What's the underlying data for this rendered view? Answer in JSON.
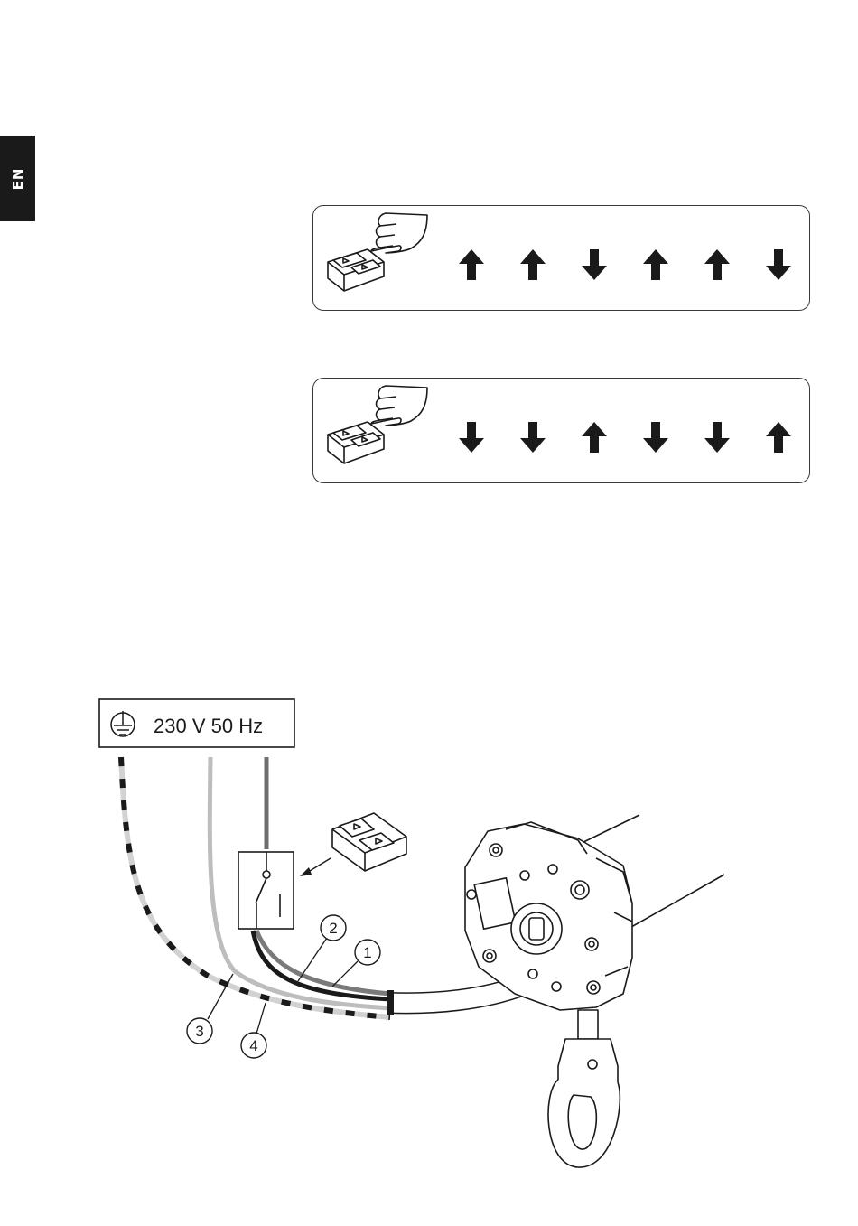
{
  "language_tab": {
    "label": "EN"
  },
  "sequences": [
    {
      "id": "up-sequence",
      "arrows": [
        "up",
        "up",
        "down",
        "up",
        "up",
        "down"
      ]
    },
    {
      "id": "down-sequence",
      "arrows": [
        "down",
        "down",
        "up",
        "down",
        "down",
        "up"
      ]
    }
  ],
  "power_supply": {
    "label": "230 V  50 Hz",
    "icon": "ground-icon"
  },
  "wire_labels": [
    "1",
    "2",
    "3",
    "4"
  ],
  "colors": {
    "ink": "#1a1a1a",
    "tab": "#1a1a1a",
    "wire_brown": "#222222",
    "wire_grey": "#7a7a7a",
    "wire_blue": "#bdbdbd",
    "wire_earth": "#d2d2d2"
  }
}
